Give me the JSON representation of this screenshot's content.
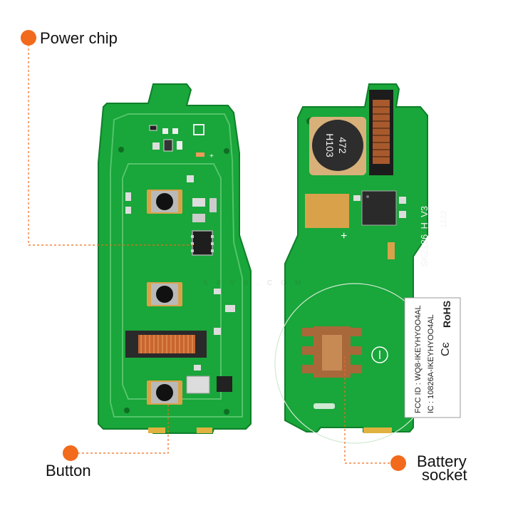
{
  "accent_color": "#f26a1b",
  "board_color": "#19a63a",
  "callouts": {
    "power_chip": "Power chip",
    "button": "Button",
    "battery_line1": "Battery",
    "battery_line2": "socket"
  },
  "board_markings": {
    "inductor_top": "472",
    "inductor_bottom": "H103",
    "model": "SK2136_H_V3",
    "year": "1222",
    "fcc_id": "FCC ID : WQ8-IKEYHYOO4AL",
    "ic": "IC : 10826A-IKEYHYOO4AL",
    "ce": "Cє",
    "rohs": "RoHS"
  },
  "watermark": {
    "text": "KEYS.COM"
  }
}
